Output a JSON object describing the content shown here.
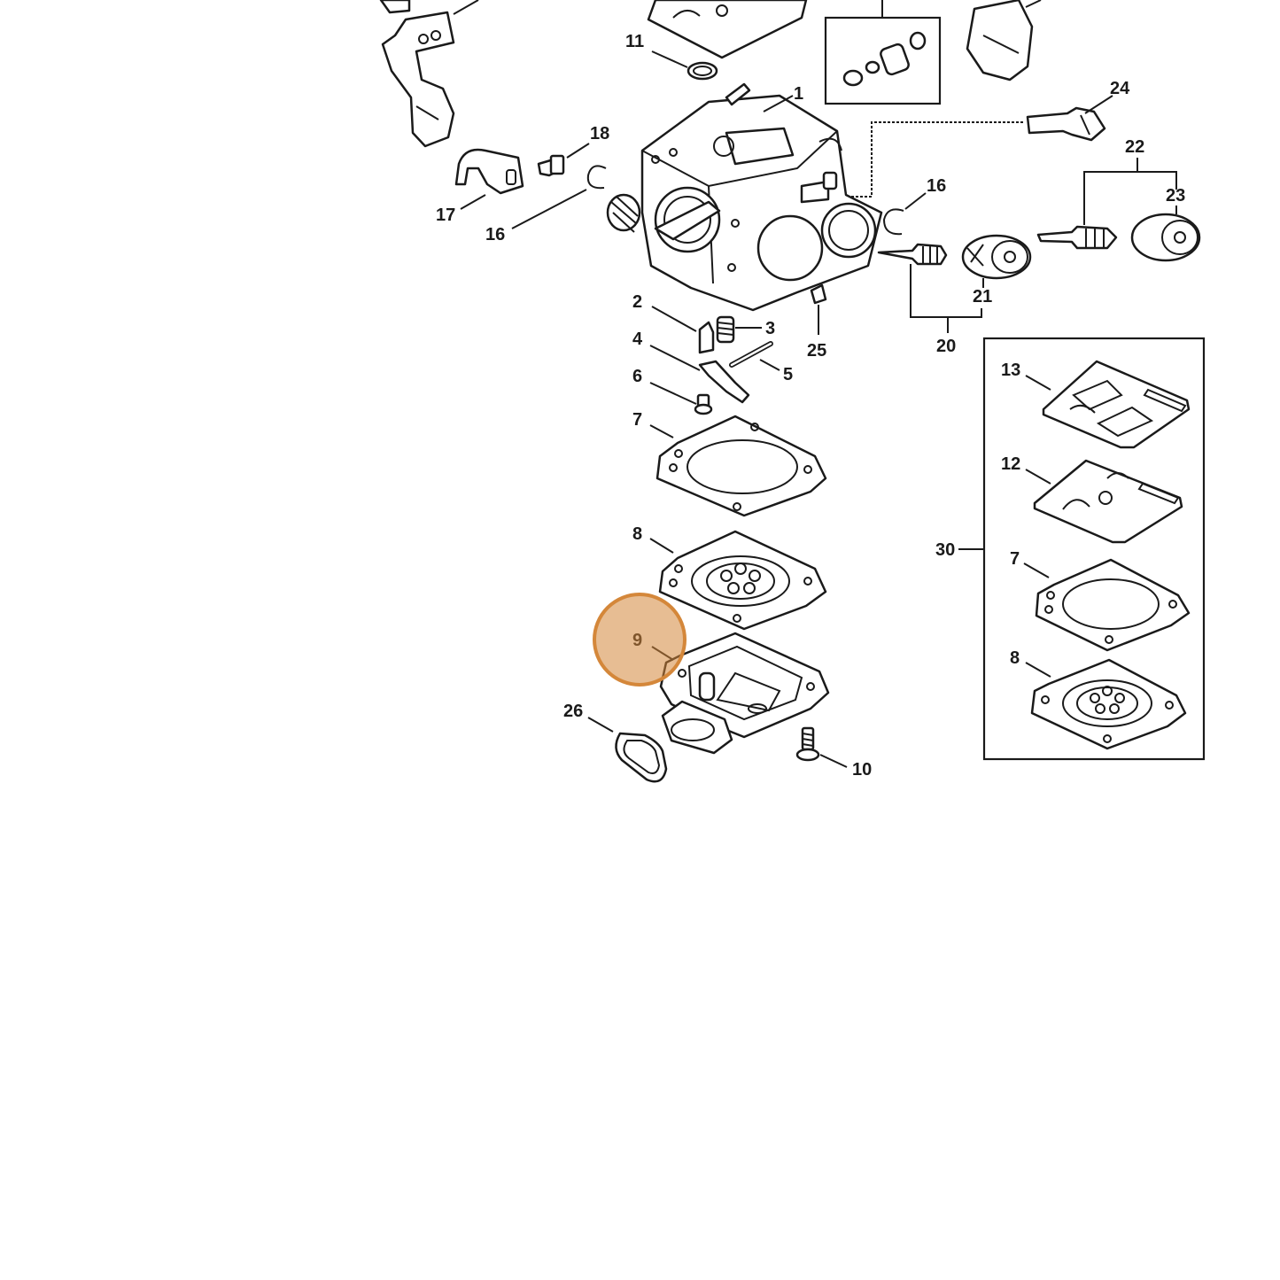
{
  "labels": {
    "p1": "1",
    "p2": "2",
    "p3": "3",
    "p4": "4",
    "p5": "5",
    "p6": "6",
    "p7a": "7",
    "p7b": "7",
    "p8a": "8",
    "p8b": "8",
    "p9": "9",
    "p10": "10",
    "p11": "11",
    "p12": "12",
    "p13": "13",
    "p16a": "16",
    "p16b": "16",
    "p17": "17",
    "p18": "18",
    "p20": "20",
    "p21": "21",
    "p22": "22",
    "p23": "23",
    "p24": "24",
    "p25": "25",
    "p26": "26",
    "p30": "30"
  },
  "highlight": {
    "part": "9",
    "color": "#d4873a"
  },
  "colors": {
    "line": "#1a1a1a",
    "background": "#ffffff"
  }
}
